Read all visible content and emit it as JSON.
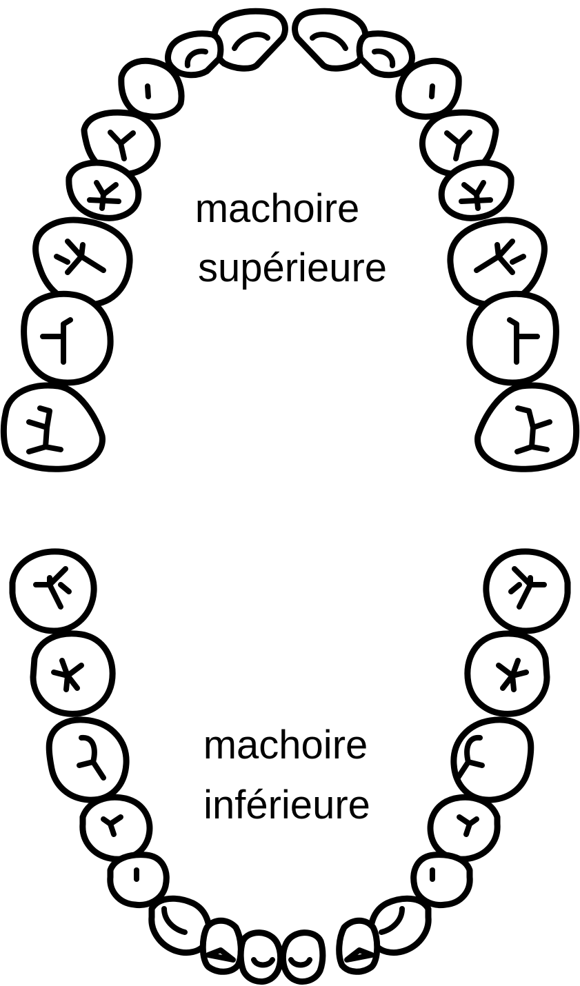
{
  "upper_jaw": {
    "label_line1": "machoire",
    "label_line2": "supérieure"
  },
  "lower_jaw": {
    "label_line1": "machoire",
    "label_line2": "inférieure"
  },
  "colors": {
    "outline": "#000000",
    "background": "#ffffff"
  }
}
